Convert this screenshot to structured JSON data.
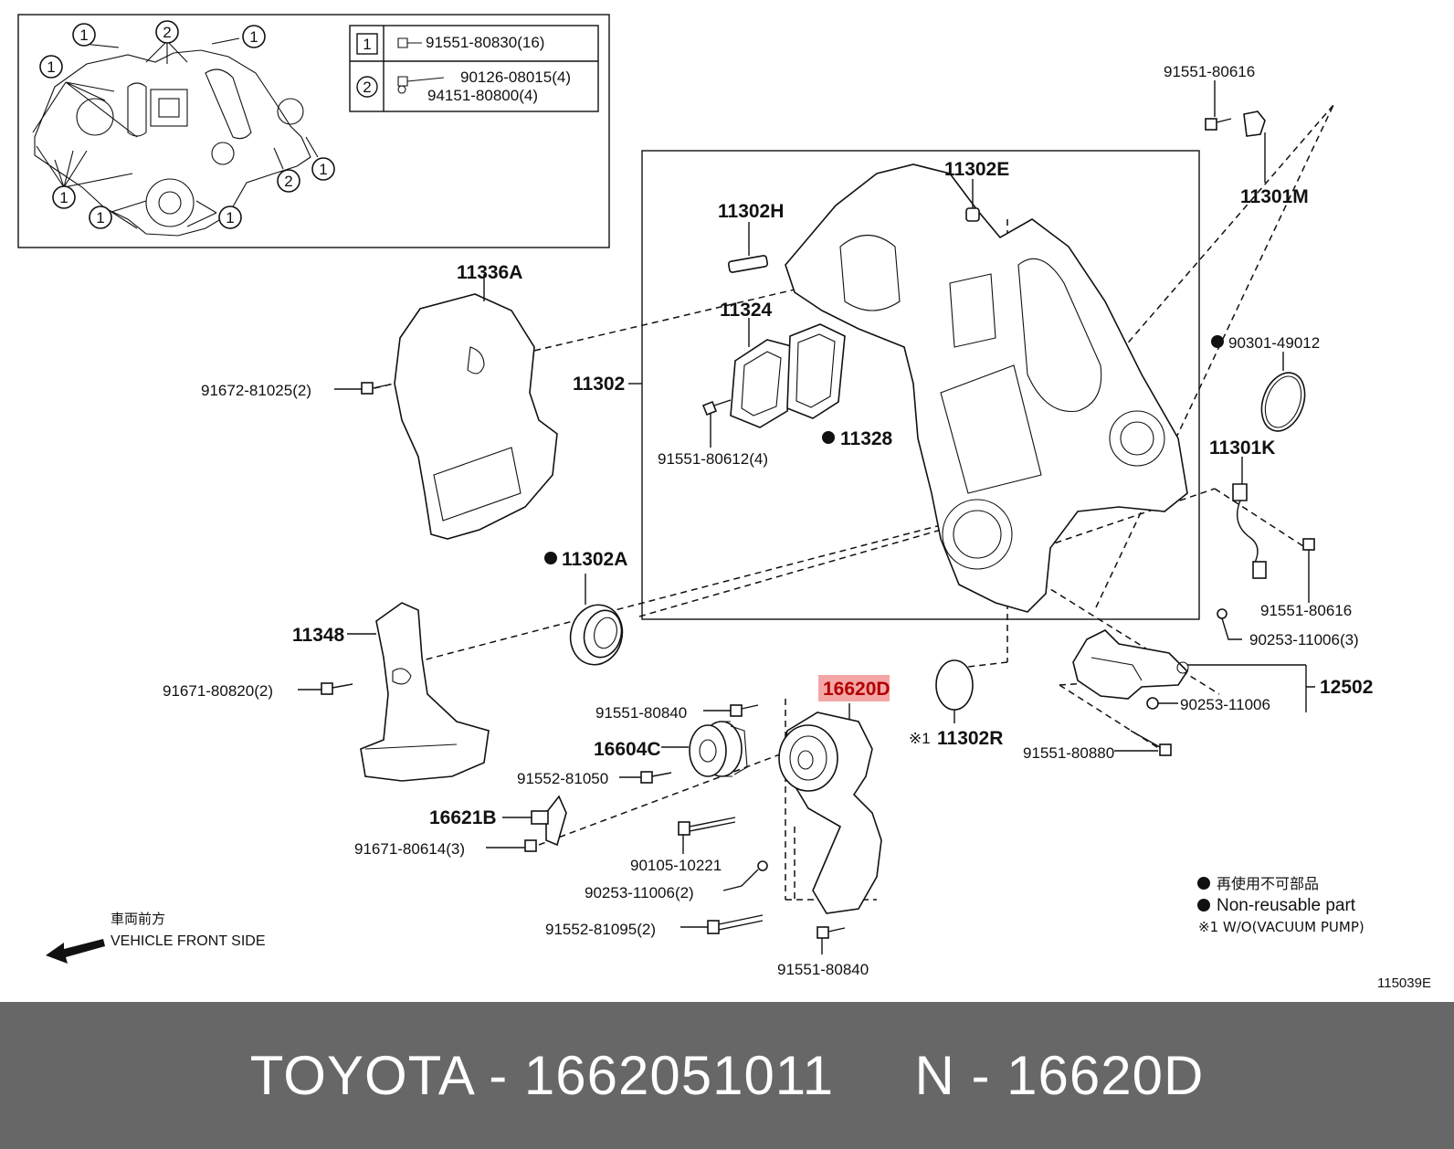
{
  "inset": {
    "legend": [
      {
        "num": "1",
        "parts": [
          "91551-80830(16)"
        ]
      },
      {
        "num": "2",
        "parts": [
          "90126-08015(4)",
          "94151-80800(4)"
        ]
      }
    ],
    "callouts": [
      "1",
      "2",
      "1",
      "1",
      "1",
      "2",
      "1",
      "1",
      "1"
    ]
  },
  "labels": {
    "p11336A": "11336A",
    "p91672": "91672-81025(2)",
    "p11302H": "11302H",
    "p11302E": "11302E",
    "p11324": "11324",
    "p11302": "11302",
    "p91551_612": "91551-80612(4)",
    "p11328": "11328",
    "p91551_616a": "91551-80616",
    "p11301M": "11301M",
    "p90301": "90301-49012",
    "p11301K": "11301K",
    "p91551_616b": "91551-80616",
    "p90253_3": "90253-11006(3)",
    "p12502": "12502",
    "p90253": "90253-11006",
    "p91551_880": "91551-80880",
    "p11302R": "11302R",
    "p11302R_prefix": "※1",
    "p11302A": "11302A",
    "p11348": "11348",
    "p91671_820": "91671-80820(2)",
    "p16620D": "16620D",
    "p91551_840a": "91551-80840",
    "p16604C": "16604C",
    "p91552_050": "91552-81050",
    "p16621B": "16621B",
    "p91671_614": "91671-80614(3)",
    "p90105": "90105-10221",
    "p90253_2": "90253-11006(2)",
    "p91552_095": "91552-81095(2)",
    "p91551_840b": "91551-80840"
  },
  "notes": {
    "line1": "再使用不可部品",
    "line2": "Non-reusable part",
    "line3": "※1 W/O(VACUUM PUMP)"
  },
  "direction": {
    "jp": "車両前方",
    "en": "VEHICLE FRONT SIDE"
  },
  "diagram_id": "115039E",
  "highlight_color": "#f4a6a6",
  "footer": {
    "title": "TOYOTA - 1662051011     N - 16620D"
  }
}
